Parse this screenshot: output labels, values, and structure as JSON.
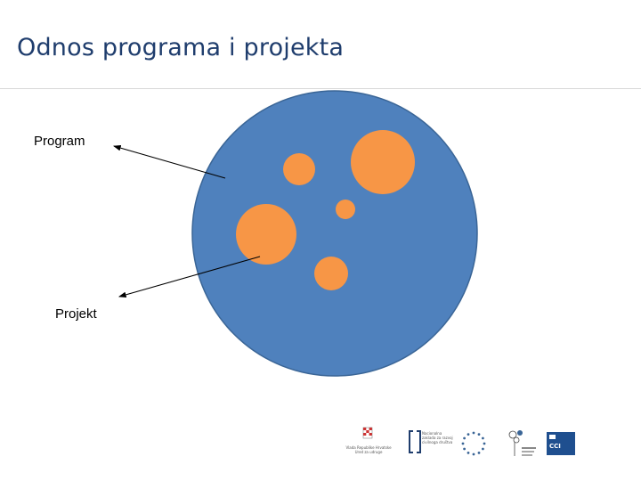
{
  "title": "Odnos programa i projekta",
  "labels": {
    "program": "Program",
    "projekt": "Projekt"
  },
  "colors": {
    "program_fill": "#4f81bd",
    "program_stroke": "#3a6596",
    "project_fill": "#f79646",
    "title": "#1f3d6d",
    "arrow": "#000000"
  },
  "footer": {
    "logo_1_text": "Vlada Republike Hrvatske Ured za udruge",
    "logo_2_text": "Nacionalna zaklada za razvoj civilnoga društva",
    "logo_3_name": "eu-stars-logo",
    "logo_4_name": "flower-logo",
    "logo_5_text": "CCI"
  }
}
